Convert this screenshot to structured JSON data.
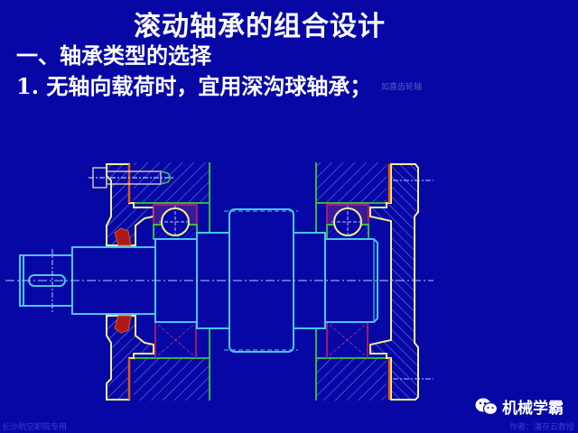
{
  "slide": {
    "title": "滚动轴承的组合设计",
    "heading": "一、轴承类型的选择",
    "point": "1. 无轴向载荷时，宜用深沟球轴承；",
    "faint_note": "如直齿轮轴",
    "footer_left": "长沙航空职院专用",
    "footer_right": "作者：潘存云教授",
    "brand_name": "机械学霸",
    "brand_icon": "wechat-icon"
  },
  "drawing": {
    "type": "mechanical-section",
    "subject": "Shaft supported by two deep groove ball bearings in housing with end caps",
    "colors": {
      "background": "#0707a6",
      "shaft": "#4cc4f0",
      "housing": "#3ec83e",
      "end_cap": "#f4f08c",
      "bearing_race": "#d0205a",
      "ball": "#f4f08c",
      "seal": "#b01818",
      "gasket": "#e05a10",
      "hatch": "#8ab4ff",
      "centerline": "#b0c8ff"
    }
  }
}
